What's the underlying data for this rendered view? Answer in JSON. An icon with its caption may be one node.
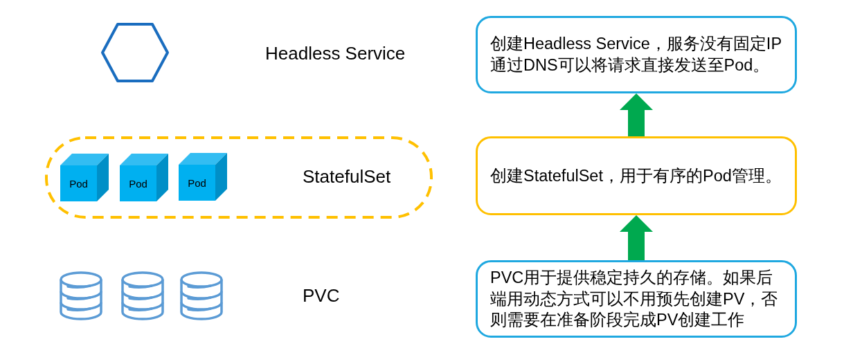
{
  "diagram": {
    "nodes": [
      {
        "text": [
          "StatefulSet"
        ]
      },
      {
        "text": [
          "Pod"
        ],
        "in": 0
      },
      {
        "text": [
          "Pod"
        ],
        "in": 0
      },
      {
        "text": [
          "Pod"
        ],
        "in": 0
      },
      {
        "text": [
          "创建Headless Service，服务没有固定IP通过DNS可以将请求直接发送至Pod。"
        ]
      },
      {
        "text": [
          "创建StatefulSet，用于有序的Pod管理。"
        ]
      },
      {
        "text": [
          "PVC用于提供稳定持久的存储。如果后端用动态方式可以不用预先创建PV，否则需要在准备阶段完成PV创建工作"
        ]
      }
    ],
    "edges": [
      {
        "from": 6,
        "to": 5,
        "arrow": "to"
      },
      {
        "from": 5,
        "to": 4,
        "arrow": "to"
      }
    ],
    "labels": [
      "Headless Service",
      "PVC"
    ]
  }
}
